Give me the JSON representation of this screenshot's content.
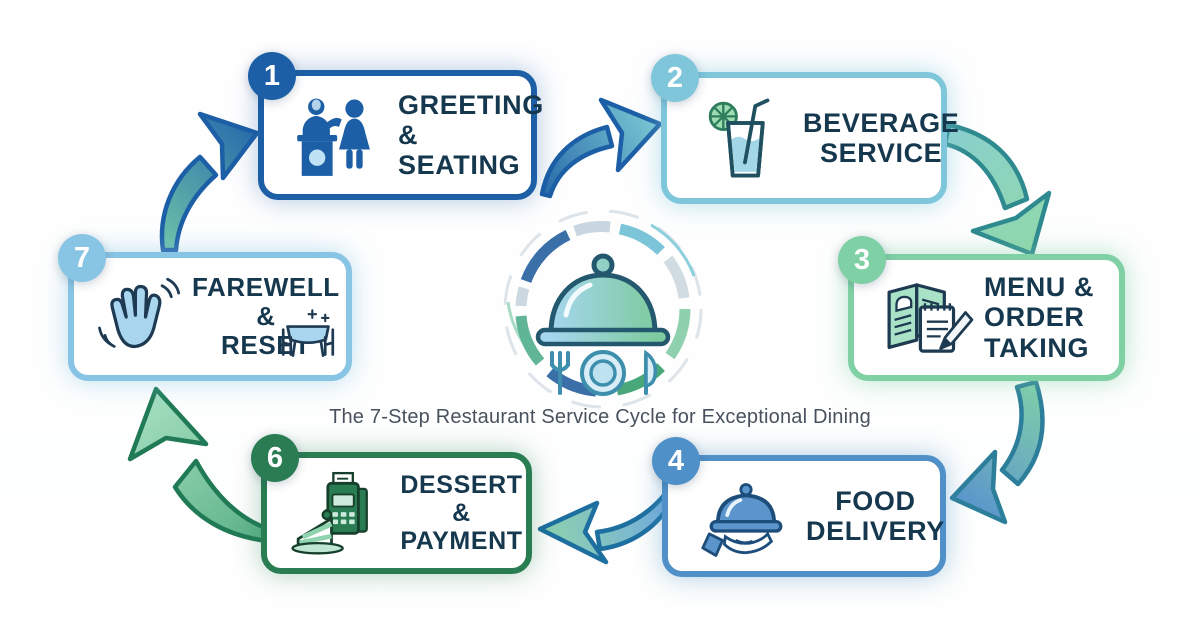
{
  "title": "The 7-Step Restaurant Service Cycle for Exceptional Dining",
  "steps": [
    {
      "number": "1",
      "label": "GREETING & SEATING",
      "lines": [
        "GREETING",
        "& SEATING"
      ],
      "accent": "#1d5fa6",
      "icon": "host-podium-icon"
    },
    {
      "number": "2",
      "label": "BEVERAGE SERVICE",
      "lines": [
        "BEVERAGE",
        "SERVICE"
      ],
      "accent": "#7fc6db",
      "icon": "beverage-glass-icon"
    },
    {
      "number": "3",
      "label": "MENU & ORDER TAKING",
      "lines": [
        "MENU &",
        "ORDER",
        "TAKING"
      ],
      "accent": "#7fd0a5",
      "icon": "menu-notepad-icon"
    },
    {
      "number": "4",
      "label": "FOOD DELIVERY",
      "lines": [
        "FOOD",
        "DELIVERY"
      ],
      "accent": "#4f90c8",
      "icon": "cloche-hand-icon"
    },
    {
      "number": "6",
      "label": "DESSERT & PAYMENT",
      "lines": [
        "DESSERT",
        "&",
        "PAYMENT"
      ],
      "accent": "#2a7c52",
      "icon": "dessert-payment-icon"
    },
    {
      "number": "7",
      "label": "FAREWELL & RESET",
      "lines": [
        "FAREWELL",
        "&",
        "RESET"
      ],
      "accent": "#88c4e4",
      "icon": "waving-hand-icon"
    }
  ],
  "center": {
    "icon": "cloche-emblem-icon"
  },
  "palette": {
    "step1_blue": "#1d5fa6",
    "step2_light_blue": "#7fc6db",
    "step3_mint": "#7fd0a5",
    "step4_blue": "#4f90c8",
    "step6_green": "#2a7c52",
    "step7_sky": "#88c4e4",
    "text_navy": "#16384e",
    "caption_gray": "#48525e"
  }
}
